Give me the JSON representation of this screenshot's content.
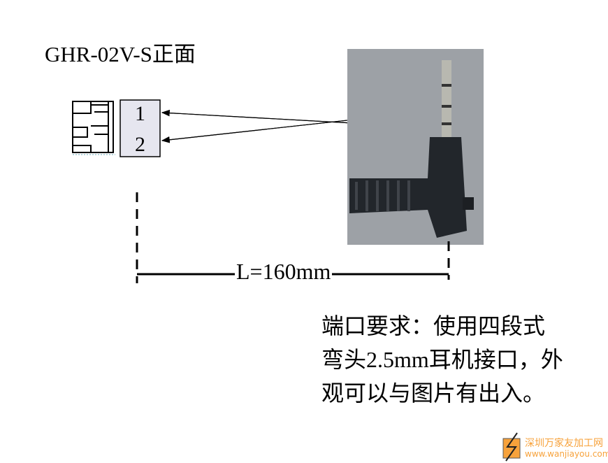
{
  "title": "GHR-02V-S正面",
  "connector": {
    "pins": [
      "1",
      "2"
    ]
  },
  "dimension_label": "L=160mm",
  "note": "端口要求：使用四段式弯头2.5mm耳机接口，外观可以与图片有出入。",
  "watermark": {
    "name": "深圳万家友加工网",
    "url": "www.wanjiayou.com"
  }
}
